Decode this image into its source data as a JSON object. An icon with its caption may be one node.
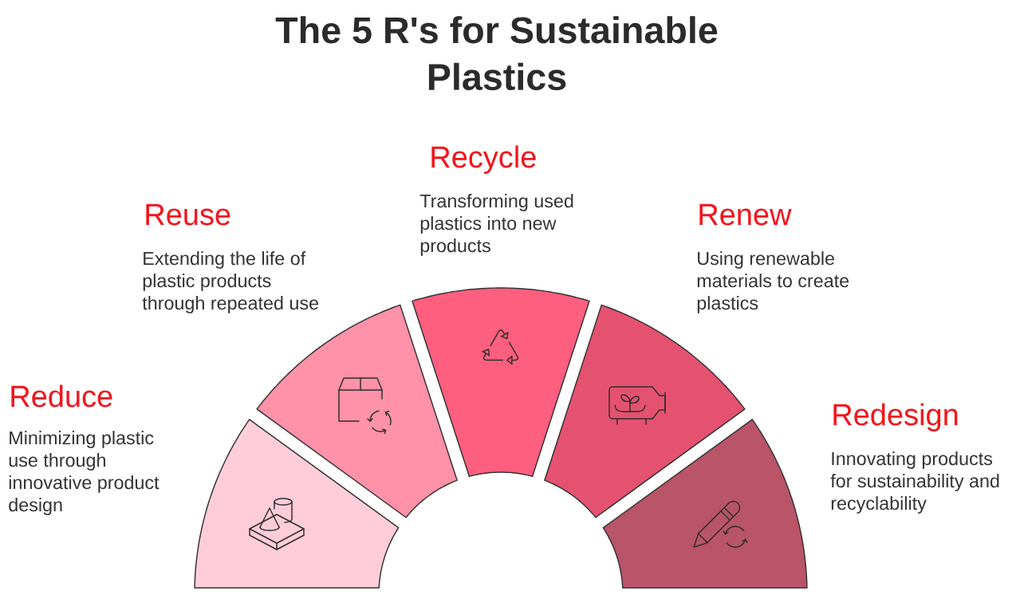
{
  "diagram": {
    "title": "The 5 R's for Sustainable Plastics",
    "nodes": [
      {
        "text": [
          "Reduce",
          "Minimizing plastic use through innovative product design"
        ]
      },
      {
        "text": [
          "Reuse",
          "Extending the life of plastic products through repeated use"
        ]
      },
      {
        "text": [
          "Recycle",
          "Transforming used plastics into new products"
        ]
      },
      {
        "text": [
          "Renew",
          "Using renewable materials to create plastics"
        ]
      },
      {
        "text": [
          "Redesign",
          "Innovating products for sustainability and recyclability"
        ]
      }
    ]
  }
}
